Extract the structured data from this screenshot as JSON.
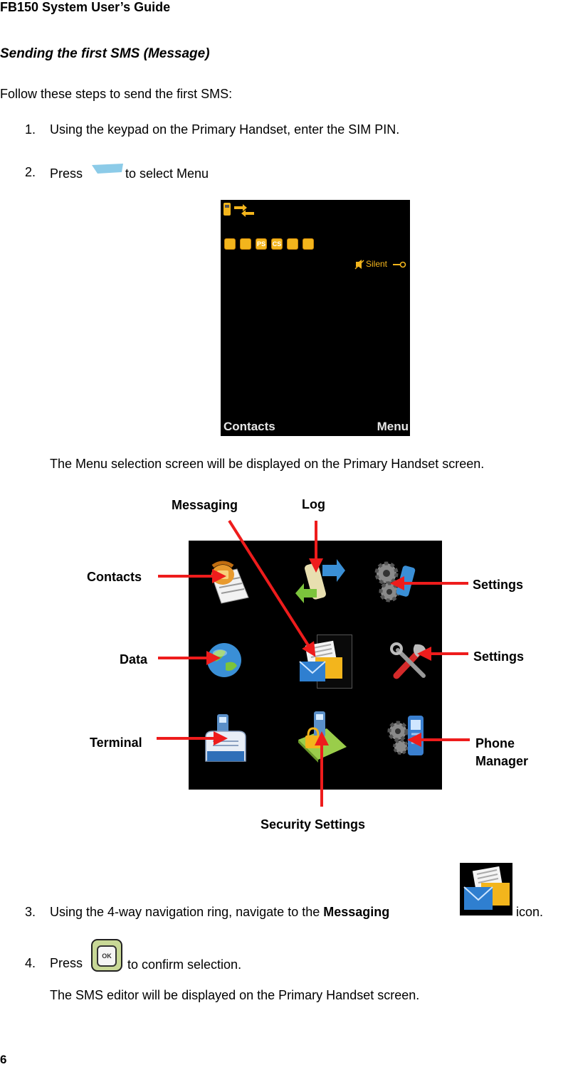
{
  "header": {
    "title": "FB150 System User’s Guide"
  },
  "section": {
    "title": "Sending the first SMS (Message)"
  },
  "intro": "Follow these steps to send the first SMS:",
  "steps": [
    {
      "num": "1.",
      "text": "Using the keypad on the Primary Handset, enter the SIM PIN."
    },
    {
      "num": "2.",
      "before": "Press",
      "after": "to select Menu"
    },
    {
      "num": "3.",
      "before": "Using the 4-way navigation ring, navigate to the",
      "bold": "Messaging",
      "after": "icon."
    },
    {
      "num": "4.",
      "before": "Press",
      "after": "to confirm selection."
    }
  ],
  "standby_screen": {
    "icon_labels": [
      "",
      "",
      "PS",
      "CS",
      "",
      ""
    ],
    "status_text": "Silent",
    "left_softkey": "Contacts",
    "right_softkey": "Menu"
  },
  "menu_caption": "The Menu selection screen will be displayed on the Primary Handset screen.",
  "menu_callouts": {
    "messaging": "Messaging",
    "log": "Log",
    "contacts": "Contacts",
    "settings_top": "Settings",
    "data": "Data",
    "settings_mid": "Settings",
    "terminal": "Terminal",
    "phone_manager_1": "Phone",
    "phone_manager_2": "Manager",
    "security": "Security Settings"
  },
  "ok_label": "OK",
  "closing": "The SMS editor will be displayed on the Primary Handset screen.",
  "page_number": "6",
  "colors": {
    "arrow": "#ee1c1c",
    "icon_orange": "#f3b51c",
    "screen_bg": "#000000"
  }
}
